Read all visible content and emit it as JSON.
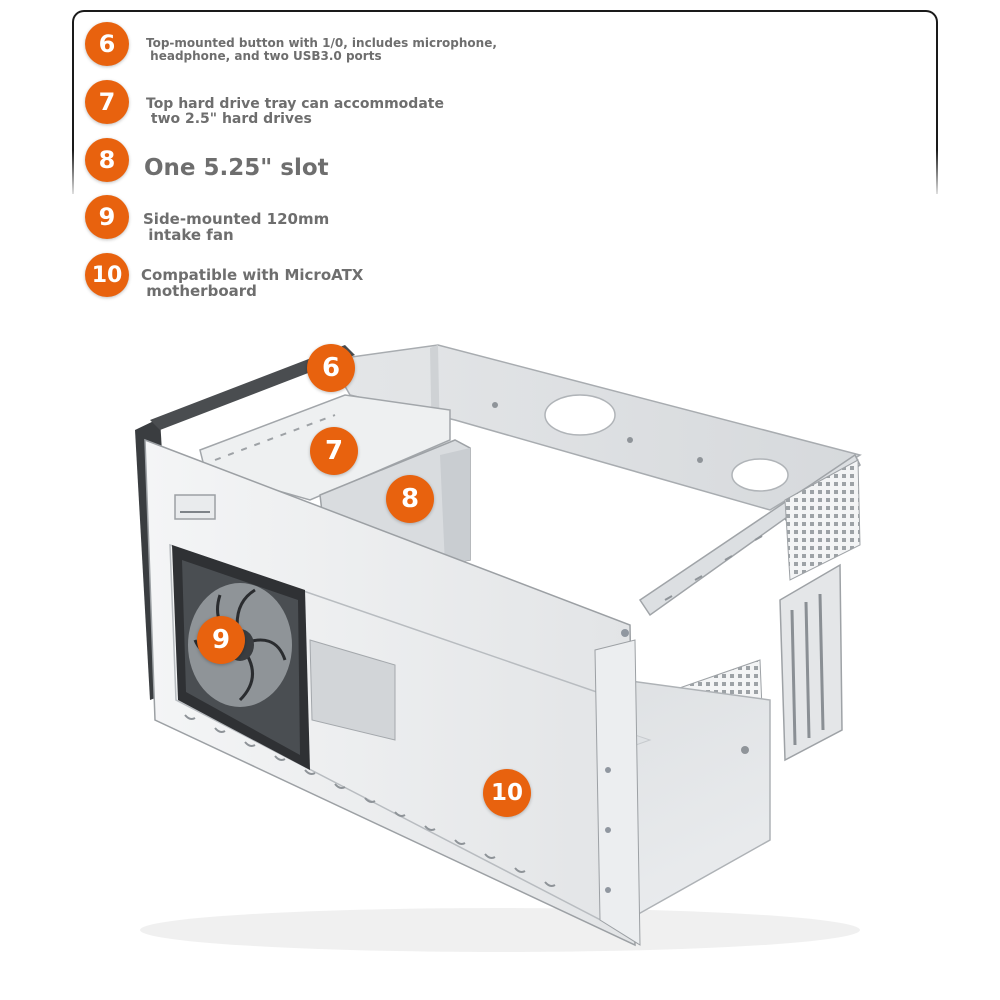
{
  "legend": [
    {
      "number": "6",
      "text": "Top-mounted button with 1/0, includes microphone,\n headphone, and two USB3.0 ports"
    },
    {
      "number": "7",
      "text": "Top hard drive tray can accommodate\n two 2.5\" hard drives"
    },
    {
      "number": "8",
      "text": "One 5.25\" slot"
    },
    {
      "number": "9",
      "text": "Side-mounted 120mm\n intake fan"
    },
    {
      "number": "10",
      "text": "Compatible with MicroATX\n motherboard"
    }
  ],
  "callouts": [
    {
      "number": "6"
    },
    {
      "number": "7"
    },
    {
      "number": "8"
    },
    {
      "number": "9"
    },
    {
      "number": "10"
    }
  ],
  "colors": {
    "accent": "#e8620e",
    "legend_text": "#6e6e6e",
    "chassis": "#e6e8ea",
    "frame": "#1a1a1a"
  },
  "icons": [
    "number-badge",
    "fan-icon",
    "case-illustration"
  ]
}
